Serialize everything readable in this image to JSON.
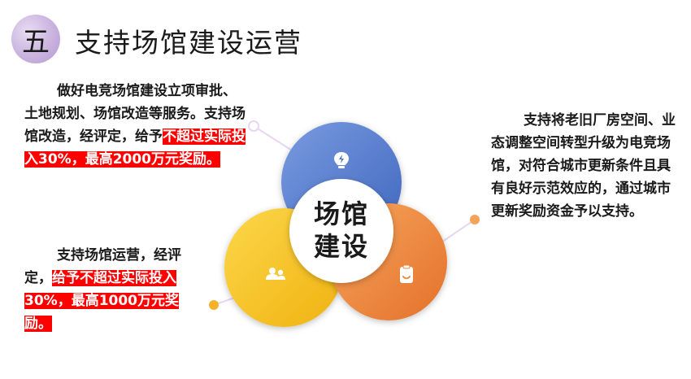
{
  "header": {
    "section_number": "五",
    "title": "支持场馆建设运营"
  },
  "left_top": {
    "text_plain": "做好电竞场馆建设立项审批、土地规划、场馆改造等服务。支持场馆改造，经评定，给予",
    "text_highlight": "不超过实际投入30%，最高2000万元奖励。"
  },
  "left_bottom": {
    "text_plain": "支持场馆运营，经评定，",
    "text_highlight": "给予不超过实际投入30%，最高1000万元奖励。"
  },
  "right": {
    "text": "支持将老旧厂房空间、业态调整空间转型升级为电竞场馆，对符合城市更新条件且具有良好示范效应的，通过城市更新奖励资金予以支持。"
  },
  "diagram": {
    "center_line1": "场馆",
    "center_line2": "建设",
    "icons": [
      "lightbulb-icon",
      "people-icon",
      "clipboard-icon"
    ],
    "colors": {
      "blue": "#4a74c9",
      "yellow": "#f7c21a",
      "orange": "#ef8a3a",
      "connector": "#e7d6ef"
    }
  }
}
